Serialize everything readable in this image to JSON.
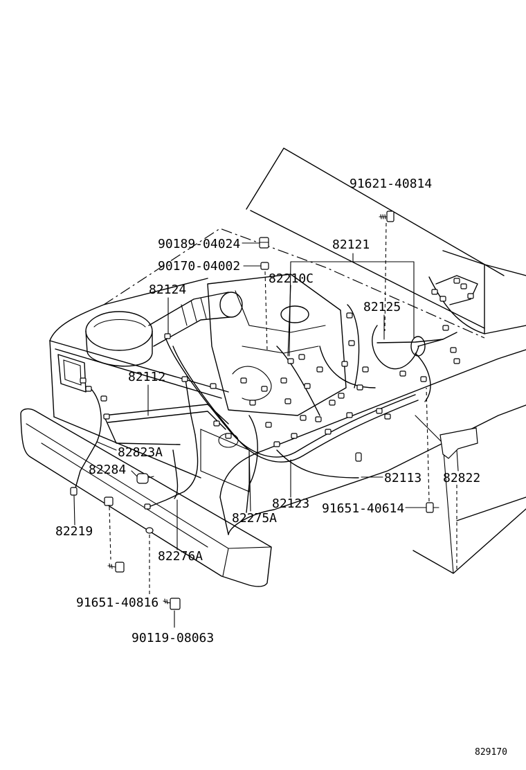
{
  "callouts": {
    "l_91621_40814": "91621-40814",
    "l_82121": "82121",
    "l_90189_04024": "90189-04024",
    "l_90170_04002": "90170-04002",
    "l_82210C": "82210C",
    "l_82124": "82124",
    "l_82125": "82125",
    "l_82112": "82112",
    "l_82823A": "82823A",
    "l_82284": "82284",
    "l_82113": "82113",
    "l_82822": "82822",
    "l_82123": "82123",
    "l_91651_40614": "91651-40614",
    "l_82275A": "82275A",
    "l_82219": "82219",
    "l_82276A": "82276A",
    "l_91651_40816": "91651-40816",
    "l_90119_08063": "90119-08063"
  },
  "figure_number": "829170"
}
